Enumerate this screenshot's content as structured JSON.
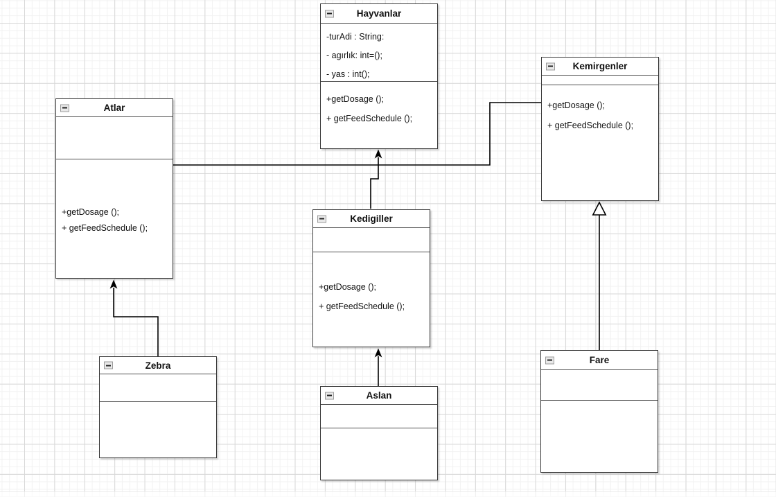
{
  "diagram": {
    "type": "uml-class-diagram",
    "classes": [
      {
        "name": "Hayvanlar",
        "attributes": [
          "-turAdi : String:",
          "- agırlık: int=();",
          "- yas : int();"
        ],
        "methods": [
          "+getDosage ();",
          "+ getFeedSchedule ();"
        ]
      },
      {
        "name": "Atlar",
        "attributes": [],
        "methods": [
          "+getDosage ();",
          "+ getFeedSchedule ();"
        ]
      },
      {
        "name": "Kemirgenler",
        "attributes": [],
        "methods": [
          "+getDosage ();",
          "+ getFeedSchedule ();"
        ]
      },
      {
        "name": "Kedigiller",
        "attributes": [],
        "methods": [
          "+getDosage ();",
          "+ getFeedSchedule ();"
        ]
      },
      {
        "name": "Zebra",
        "attributes": [],
        "methods": []
      },
      {
        "name": "Aslan",
        "attributes": [],
        "methods": []
      },
      {
        "name": "Fare",
        "attributes": [],
        "methods": []
      }
    ],
    "relationships": [
      {
        "from": "Atlar",
        "to": "Hayvanlar",
        "type": "directed-arrow"
      },
      {
        "from": "Kedigiller",
        "to": "Hayvanlar",
        "type": "directed-arrow"
      },
      {
        "from": "Kemirgenler",
        "to": "Hayvanlar",
        "type": "directed-arrow"
      },
      {
        "from": "Zebra",
        "to": "Atlar",
        "type": "directed-arrow"
      },
      {
        "from": "Aslan",
        "to": "Kedigiller",
        "type": "directed-arrow"
      },
      {
        "from": "Fare",
        "to": "Kemirgenler",
        "type": "generalization-hollow-triangle"
      }
    ],
    "colors": {
      "box_fill": "#ffffff",
      "box_border": "#383838",
      "edge": "#000000",
      "grid_minor": "#f2f2f2",
      "grid_major": "#d8d8d8"
    }
  }
}
